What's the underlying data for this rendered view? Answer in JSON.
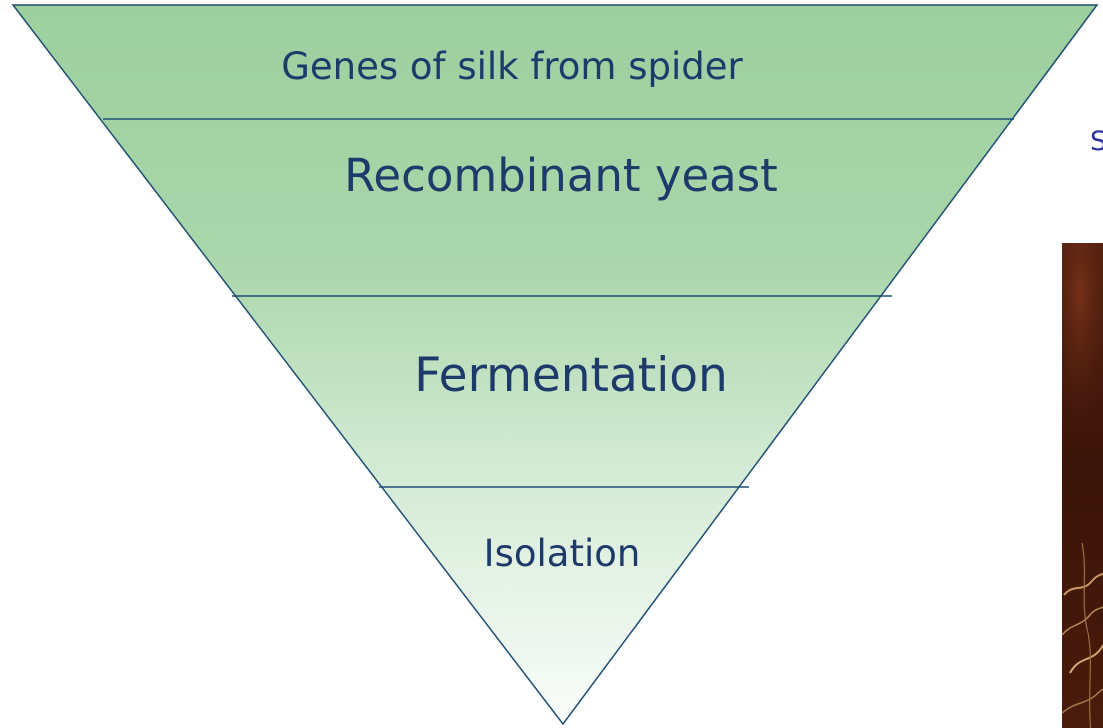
{
  "funnel": {
    "levels": [
      {
        "label": "Genes of silk from spider"
      },
      {
        "label": "Recombinant yeast"
      },
      {
        "label": "Fermentation"
      },
      {
        "label": "Isolation"
      }
    ],
    "colors": {
      "top": "#9dcf9f",
      "middle": "#c9e6cb",
      "bottom": "#f6fbf6",
      "stroke": "#1e4f74",
      "text": "#1d3a6b"
    }
  },
  "side": {
    "caption": "S"
  },
  "photo": {
    "description_icon": "spider-silk-photo",
    "colors": {
      "dark": "#3a1408",
      "mid": "#6b2a12",
      "strand": "#c99a66"
    }
  }
}
